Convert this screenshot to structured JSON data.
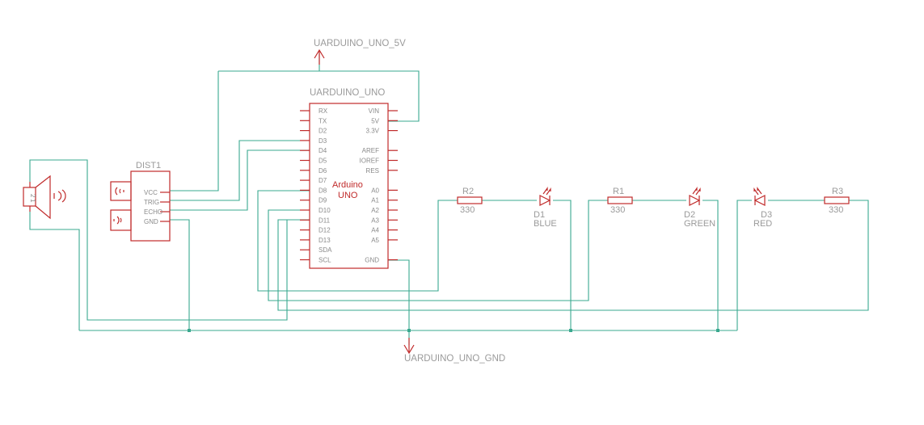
{
  "colors": {
    "wire": "#3aa88f",
    "part": "#c02a2a",
    "label": "#9a9a9a",
    "pin_text": "#8a8a8a",
    "led_arrow": "#c02a2a"
  },
  "power": {
    "vcc_label": "UARDUINO_UNO_5V",
    "gnd_label": "UARDUINO_UNO_GND"
  },
  "arduino": {
    "ref": "UARDUINO_UNO",
    "body_line1": "Arduino",
    "body_line2": "UNO",
    "left_pins": [
      "RX",
      "TX",
      "D2",
      "D3",
      "D4",
      "D5",
      "D6",
      "D7",
      "D8",
      "D9",
      "D10",
      "D11",
      "D12",
      "D13",
      "SDA",
      "SCL"
    ],
    "right_pins": [
      "VIN",
      "5V",
      "3.3V",
      "",
      "AREF",
      "IOREF",
      "RES",
      "",
      "A0",
      "A1",
      "A2",
      "A3",
      "A4",
      "A5",
      "",
      "GND"
    ]
  },
  "sensor": {
    "ref": "DIST1",
    "pins": [
      "VCC",
      "TRIG",
      "ECHO",
      "GND"
    ]
  },
  "speaker": {
    "pin1": "1",
    "pin2": "2"
  },
  "resistors": [
    {
      "ref": "R2",
      "value": "330"
    },
    {
      "ref": "R1",
      "value": "330"
    },
    {
      "ref": "R3",
      "value": "330"
    }
  ],
  "leds": [
    {
      "ref": "D1",
      "value": "BLUE"
    },
    {
      "ref": "D2",
      "value": "GREEN"
    },
    {
      "ref": "D3",
      "value": "RED"
    }
  ]
}
